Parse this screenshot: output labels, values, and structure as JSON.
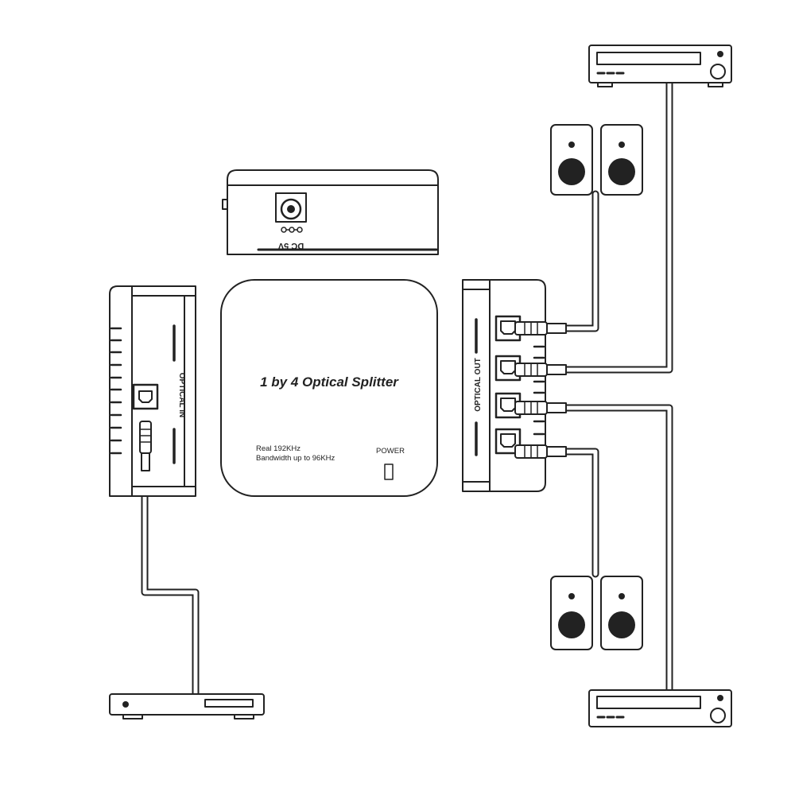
{
  "splitter": {
    "title": "1 by 4 Optical Splitter",
    "spec_line1": "Real 192KHz",
    "spec_line2": "Bandwidth up to 96KHz",
    "power_label": "POWER"
  },
  "ports": {
    "optical_in": "OPTICAL IN",
    "optical_out": "OPTICAL OUT",
    "dc_label": "DC 5V"
  },
  "colors": {
    "stroke": "#222222",
    "background": "#ffffff"
  }
}
